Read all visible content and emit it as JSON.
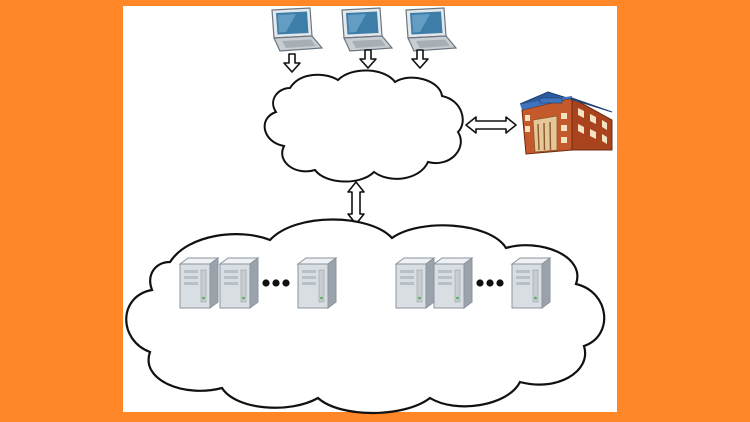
{
  "colors": {
    "background": "#FF8728",
    "panel": "#FFFFFF",
    "outline": "#111111",
    "server_body": "#D9DEE3",
    "server_side": "#9AA3AC",
    "laptop_screen": "#3C7EA8",
    "building_brick": "#C4592B",
    "building_roof": "#2D5C9E"
  },
  "icons": {
    "laptop": "laptop-icon",
    "server": "server-icon",
    "building": "building-icon",
    "arrow_down": "arrow-down-icon",
    "arrow_double": "double-arrow-icon",
    "cloud": "cloud-icon",
    "ellipsis": "ellipsis-icon"
  },
  "diagram": {
    "laptop_count": 3,
    "server_groups": [
      {
        "servers_before_ellipsis": 2,
        "servers_after_ellipsis": 1
      },
      {
        "servers_before_ellipsis": 2,
        "servers_after_ellipsis": 1
      }
    ]
  }
}
